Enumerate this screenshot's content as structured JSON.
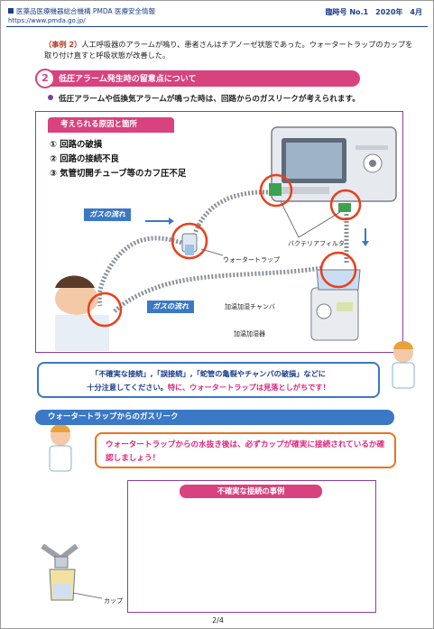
{
  "header": {
    "org": "医薬品医療機器総合機構 PMDA 医療安全情報",
    "url": "https://www.pmda.go.jp/",
    "issue": "臨時号 No.1",
    "year": "2020年",
    "month": "4月"
  },
  "case": {
    "tag": "（事例 2）",
    "text": "人工呼吸器のアラームが鳴り、患者さんはチアノーゼ状態であった。ウォータートラップのカップを取り付け直すと呼吸状態が改善した。"
  },
  "section1": {
    "number": "2",
    "title": "低圧アラーム発生時の留意点について",
    "bullet": "低圧アラームや低換気アラームが鳴った時は、回路からのガスリークが考えられます。"
  },
  "diagram": {
    "causes_title": "考えられる原因と箇所",
    "causes": [
      "① 回路の破損",
      "② 回路の接続不良",
      "③ 気管切開チューブ等のカフ圧不足"
    ],
    "gas_flow_1": "ガスの流れ",
    "gas_flow_2": "ガスの流れ",
    "label_water_trap": "ウォータートラップ",
    "label_bacteria_filter": "バクテリアフィルタ",
    "label_chamber": "加温加湿チャンバ",
    "label_humidifier": "加温加湿器"
  },
  "callout1": {
    "line1": "「不確実な接続」,「誤接続」,「蛇管の亀裂やチャンバの破損」などに",
    "line2": "十分注意してください。",
    "line2_warn": "特に、ウォータートラップは見落としがちです！"
  },
  "section2": {
    "title": "ウォータートラップからのガスリーク",
    "callout": "ウォータートラップからの水抜き後は、必ずカップが確実に接続されているか確認しましょう！"
  },
  "example": {
    "title": "不確実な接続の事例",
    "cup_label": "カップ"
  },
  "footer": {
    "page": "2/4"
  },
  "colors": {
    "brand_blue": "#1a3e8c",
    "accent_pink": "#d8427f",
    "accent_blue": "#3b78c6",
    "accent_orange": "#e8741d",
    "frame_purple": "#8e3fa0"
  }
}
